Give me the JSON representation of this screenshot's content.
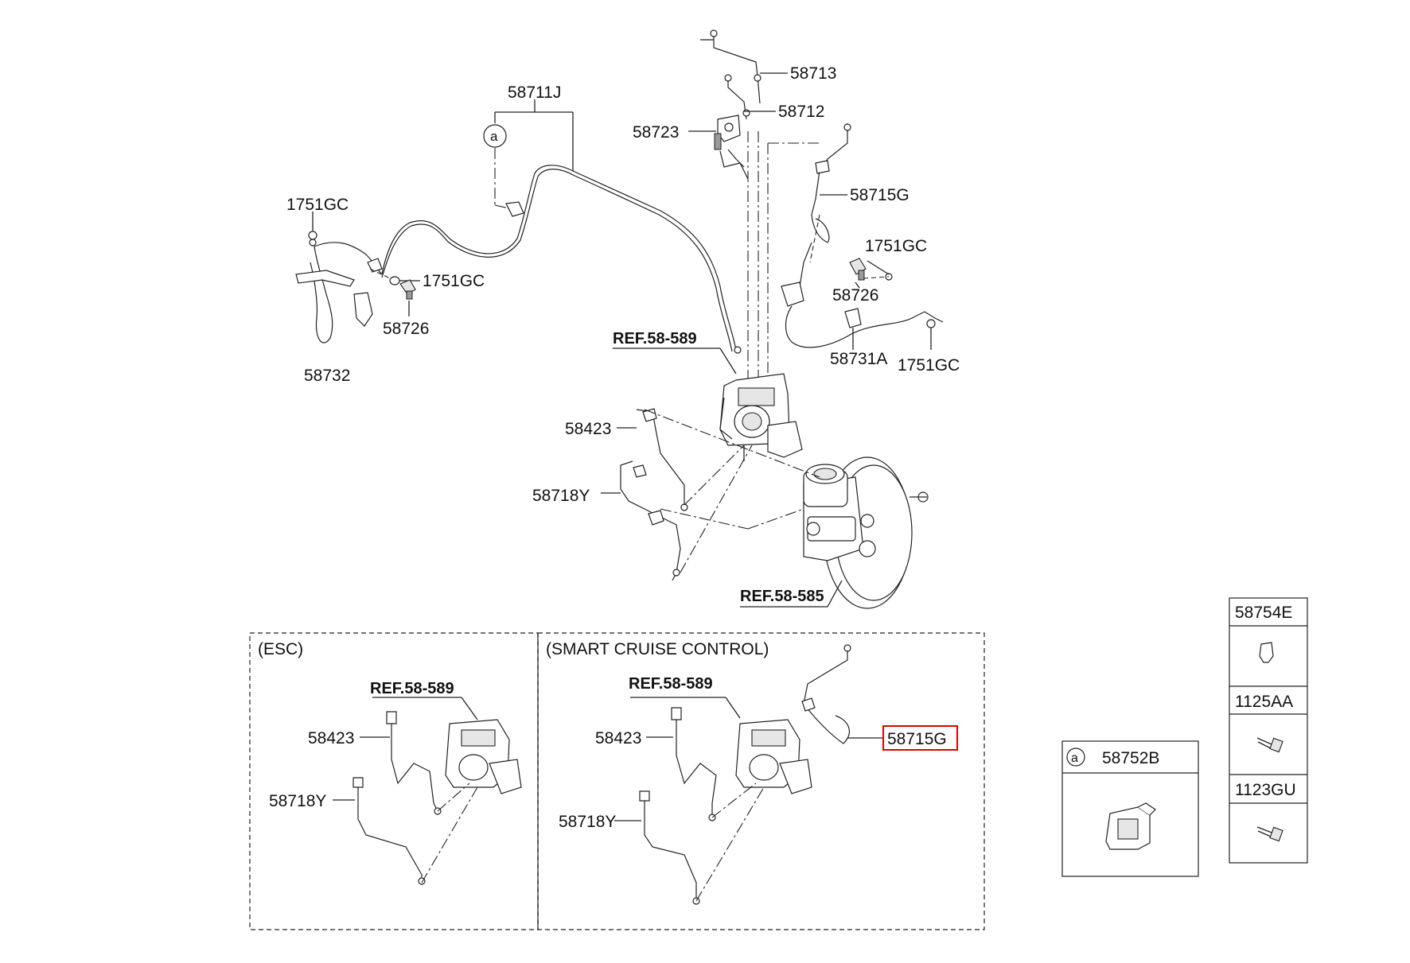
{
  "callouts": {
    "p58711J": "58711J",
    "p58713": "58713",
    "p58712": "58712",
    "p58723": "58723",
    "p58715G_main": "58715G",
    "p1751GC_left_top": "1751GC",
    "p1751GC_left_mid": "1751GC",
    "p58726_left": "58726",
    "p58732": "58732",
    "p1751GC_right_top": "1751GC",
    "p58726_right": "58726",
    "p58731A": "58731A",
    "p1751GC_right_bot": "1751GC",
    "ref_58_589_main": "REF.58-589",
    "p58423_main": "58423",
    "p58718Y_main": "58718Y",
    "ref_58_585": "REF.58-585",
    "circle_a": "a"
  },
  "esc_box": {
    "title": "(ESC)",
    "ref": "REF.58-589",
    "p58423": "58423",
    "p58718Y": "58718Y"
  },
  "scc_box": {
    "title": "(SMART CRUISE CONTROL)",
    "ref": "REF.58-589",
    "p58423": "58423",
    "p58718Y": "58718Y",
    "p58715G": "58715G",
    "highlight_color": "#e00000"
  },
  "parts_a": {
    "circle": "a",
    "part": "58752B"
  },
  "parts_column": {
    "p58754E": "58754E",
    "p1125AA": "1125AA",
    "p1123GU": "1123GU"
  }
}
